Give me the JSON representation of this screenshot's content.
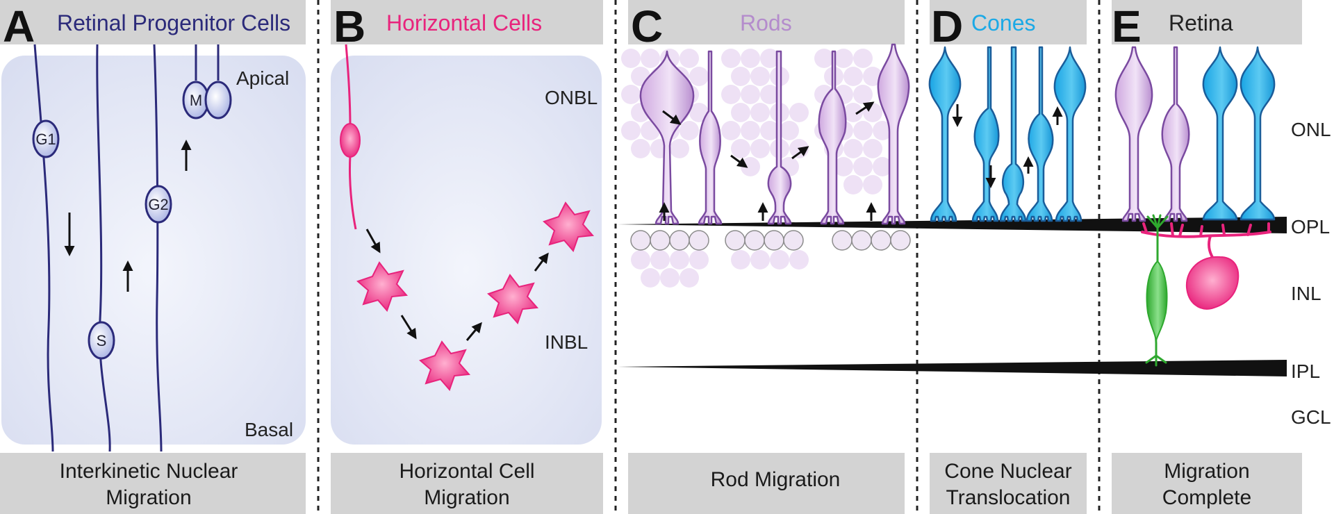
{
  "panels": [
    {
      "letter": "A",
      "title": "Retinal Progenitor Cells",
      "caption": [
        "Interkinetic Nuclear",
        "Migration"
      ]
    },
    {
      "letter": "B",
      "title": "Horizontal Cells",
      "caption": [
        "Horizontal Cell",
        "Migration"
      ]
    },
    {
      "letter": "C",
      "title": "Rods",
      "caption": [
        "Rod Migration"
      ]
    },
    {
      "letter": "D",
      "title": "Cones",
      "caption": [
        "Cone Nuclear",
        "Translocation"
      ]
    },
    {
      "letter": "E",
      "title": "Retina",
      "caption": [
        "Migration",
        "Complete"
      ]
    }
  ],
  "panel_a": {
    "apical": "Apical",
    "basal": "Basal",
    "phases": [
      "G1",
      "S",
      "G2",
      "M"
    ]
  },
  "panel_b": {
    "onbl": "ONBL",
    "inbl": "INBL"
  },
  "layers": [
    "ONL",
    "OPL",
    "INL",
    "IPL",
    "GCL"
  ],
  "colors": {
    "progenitor": "#2b2a7a",
    "nucleus": "#a9b3e3",
    "horizontal": "#e8237c",
    "rod": "#b78fd0",
    "rod_dark": "#7a4aa0",
    "cone": "#1ba9e6",
    "cone_dark": "#1a5d9a",
    "bipolar": "#3fbf3f",
    "header": "#d3d3d3",
    "panel_bg": "#dfe3f3"
  }
}
